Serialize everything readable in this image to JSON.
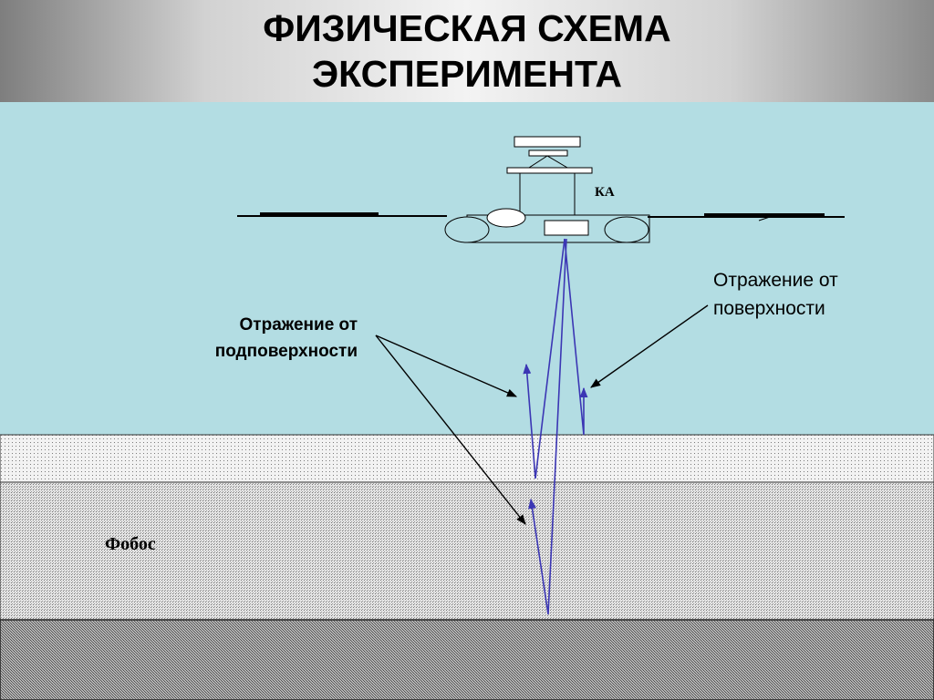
{
  "slide": {
    "title_line1": "ФИЗИЧЕСКАЯ СХЕМА",
    "title_line2": "ЭКСПЕРИМЕНТА"
  },
  "labels": {
    "spacecraft": "КА",
    "subsurface_line1": "Отражение от",
    "subsurface_line2": "подповерхности",
    "surface_line1": "Отражение от",
    "surface_line2": "поверхности",
    "body": "Фобос"
  },
  "colors": {
    "sky": "#b3dde3",
    "ray": "#3b36b4",
    "layer_top": "#f0f0f0",
    "layer_middle": "#cfcfcf",
    "layer_bottom": "#8c8c8c"
  }
}
